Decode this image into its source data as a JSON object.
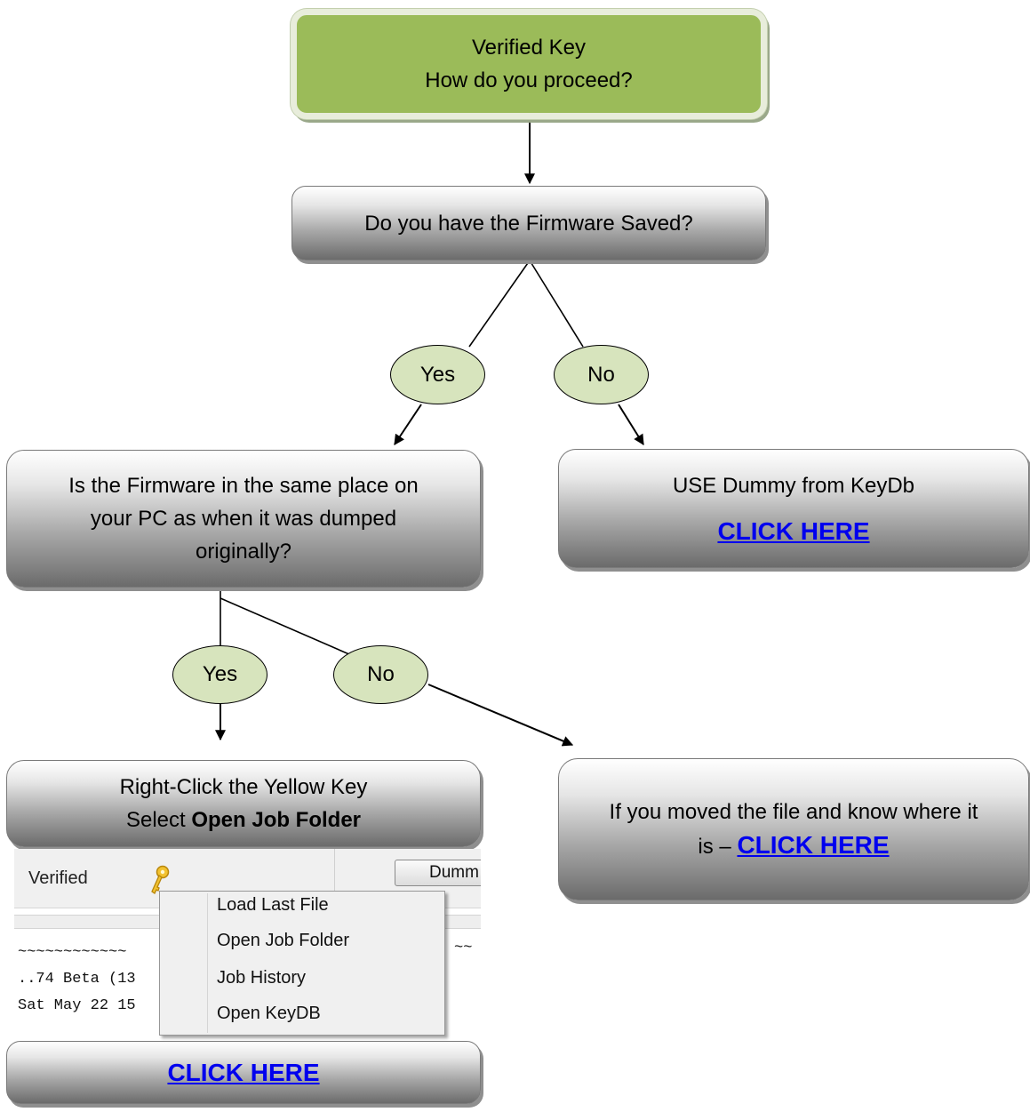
{
  "start": {
    "line1": "Verified Key",
    "line2": "How do you proceed?"
  },
  "q1": {
    "text": "Do you have the Firmware Saved?"
  },
  "q1_yes": "Yes",
  "q1_no": "No",
  "q2": {
    "line1": "Is the Firmware in the same place on",
    "line2": "your PC as when it was dumped",
    "line3": "originally?"
  },
  "dummy": {
    "text": "USE Dummy from KeyDb",
    "link": "CLICK HERE"
  },
  "q2_yes": "Yes",
  "q2_no": "No",
  "rightclick": {
    "line1": "Right-Click the Yellow Key",
    "select_prefix": "Select ",
    "select_bold": "Open Job Folder"
  },
  "moved": {
    "line1": "If you moved the file and know where it",
    "line2_prefix": "is – ",
    "link": "CLICK HERE"
  },
  "screenshot": {
    "status": "Verified",
    "button": "Dumm",
    "log_line1": "~~~~~~~~~~~~",
    "log_line2": "..74 Beta (13",
    "log_line3": "Sat May 22 15",
    "log_tail": "~~",
    "menu": [
      "Load Last File",
      "Open Job Folder",
      "Job History",
      "Open KeyDB"
    ],
    "key_icon": "key-icon"
  },
  "bottom": {
    "link": "CLICK HERE"
  },
  "colors": {
    "start_fill": "#9bbb59",
    "oval_fill": "#d7e4bd",
    "link": "#0000ee"
  }
}
